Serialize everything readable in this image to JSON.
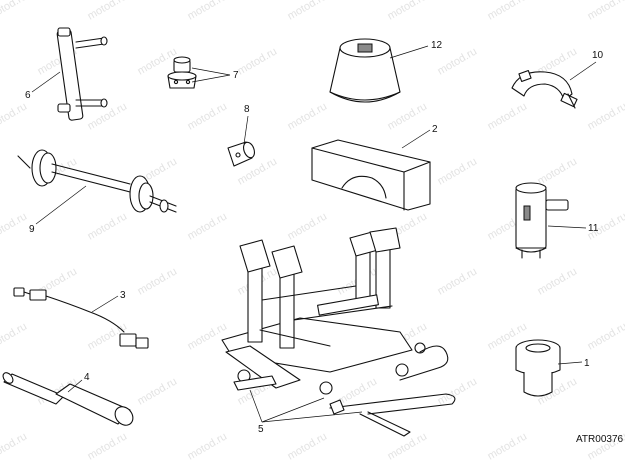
{
  "watermark": "motod.ru",
  "figure_code": "ATR00376",
  "callouts": {
    "1": "1",
    "2": "2",
    "3": "3",
    "4": "4",
    "5": "5",
    "6": "6",
    "7": "7",
    "8": "8",
    "9": "9",
    "10": "10",
    "11": "11",
    "12": "12"
  }
}
